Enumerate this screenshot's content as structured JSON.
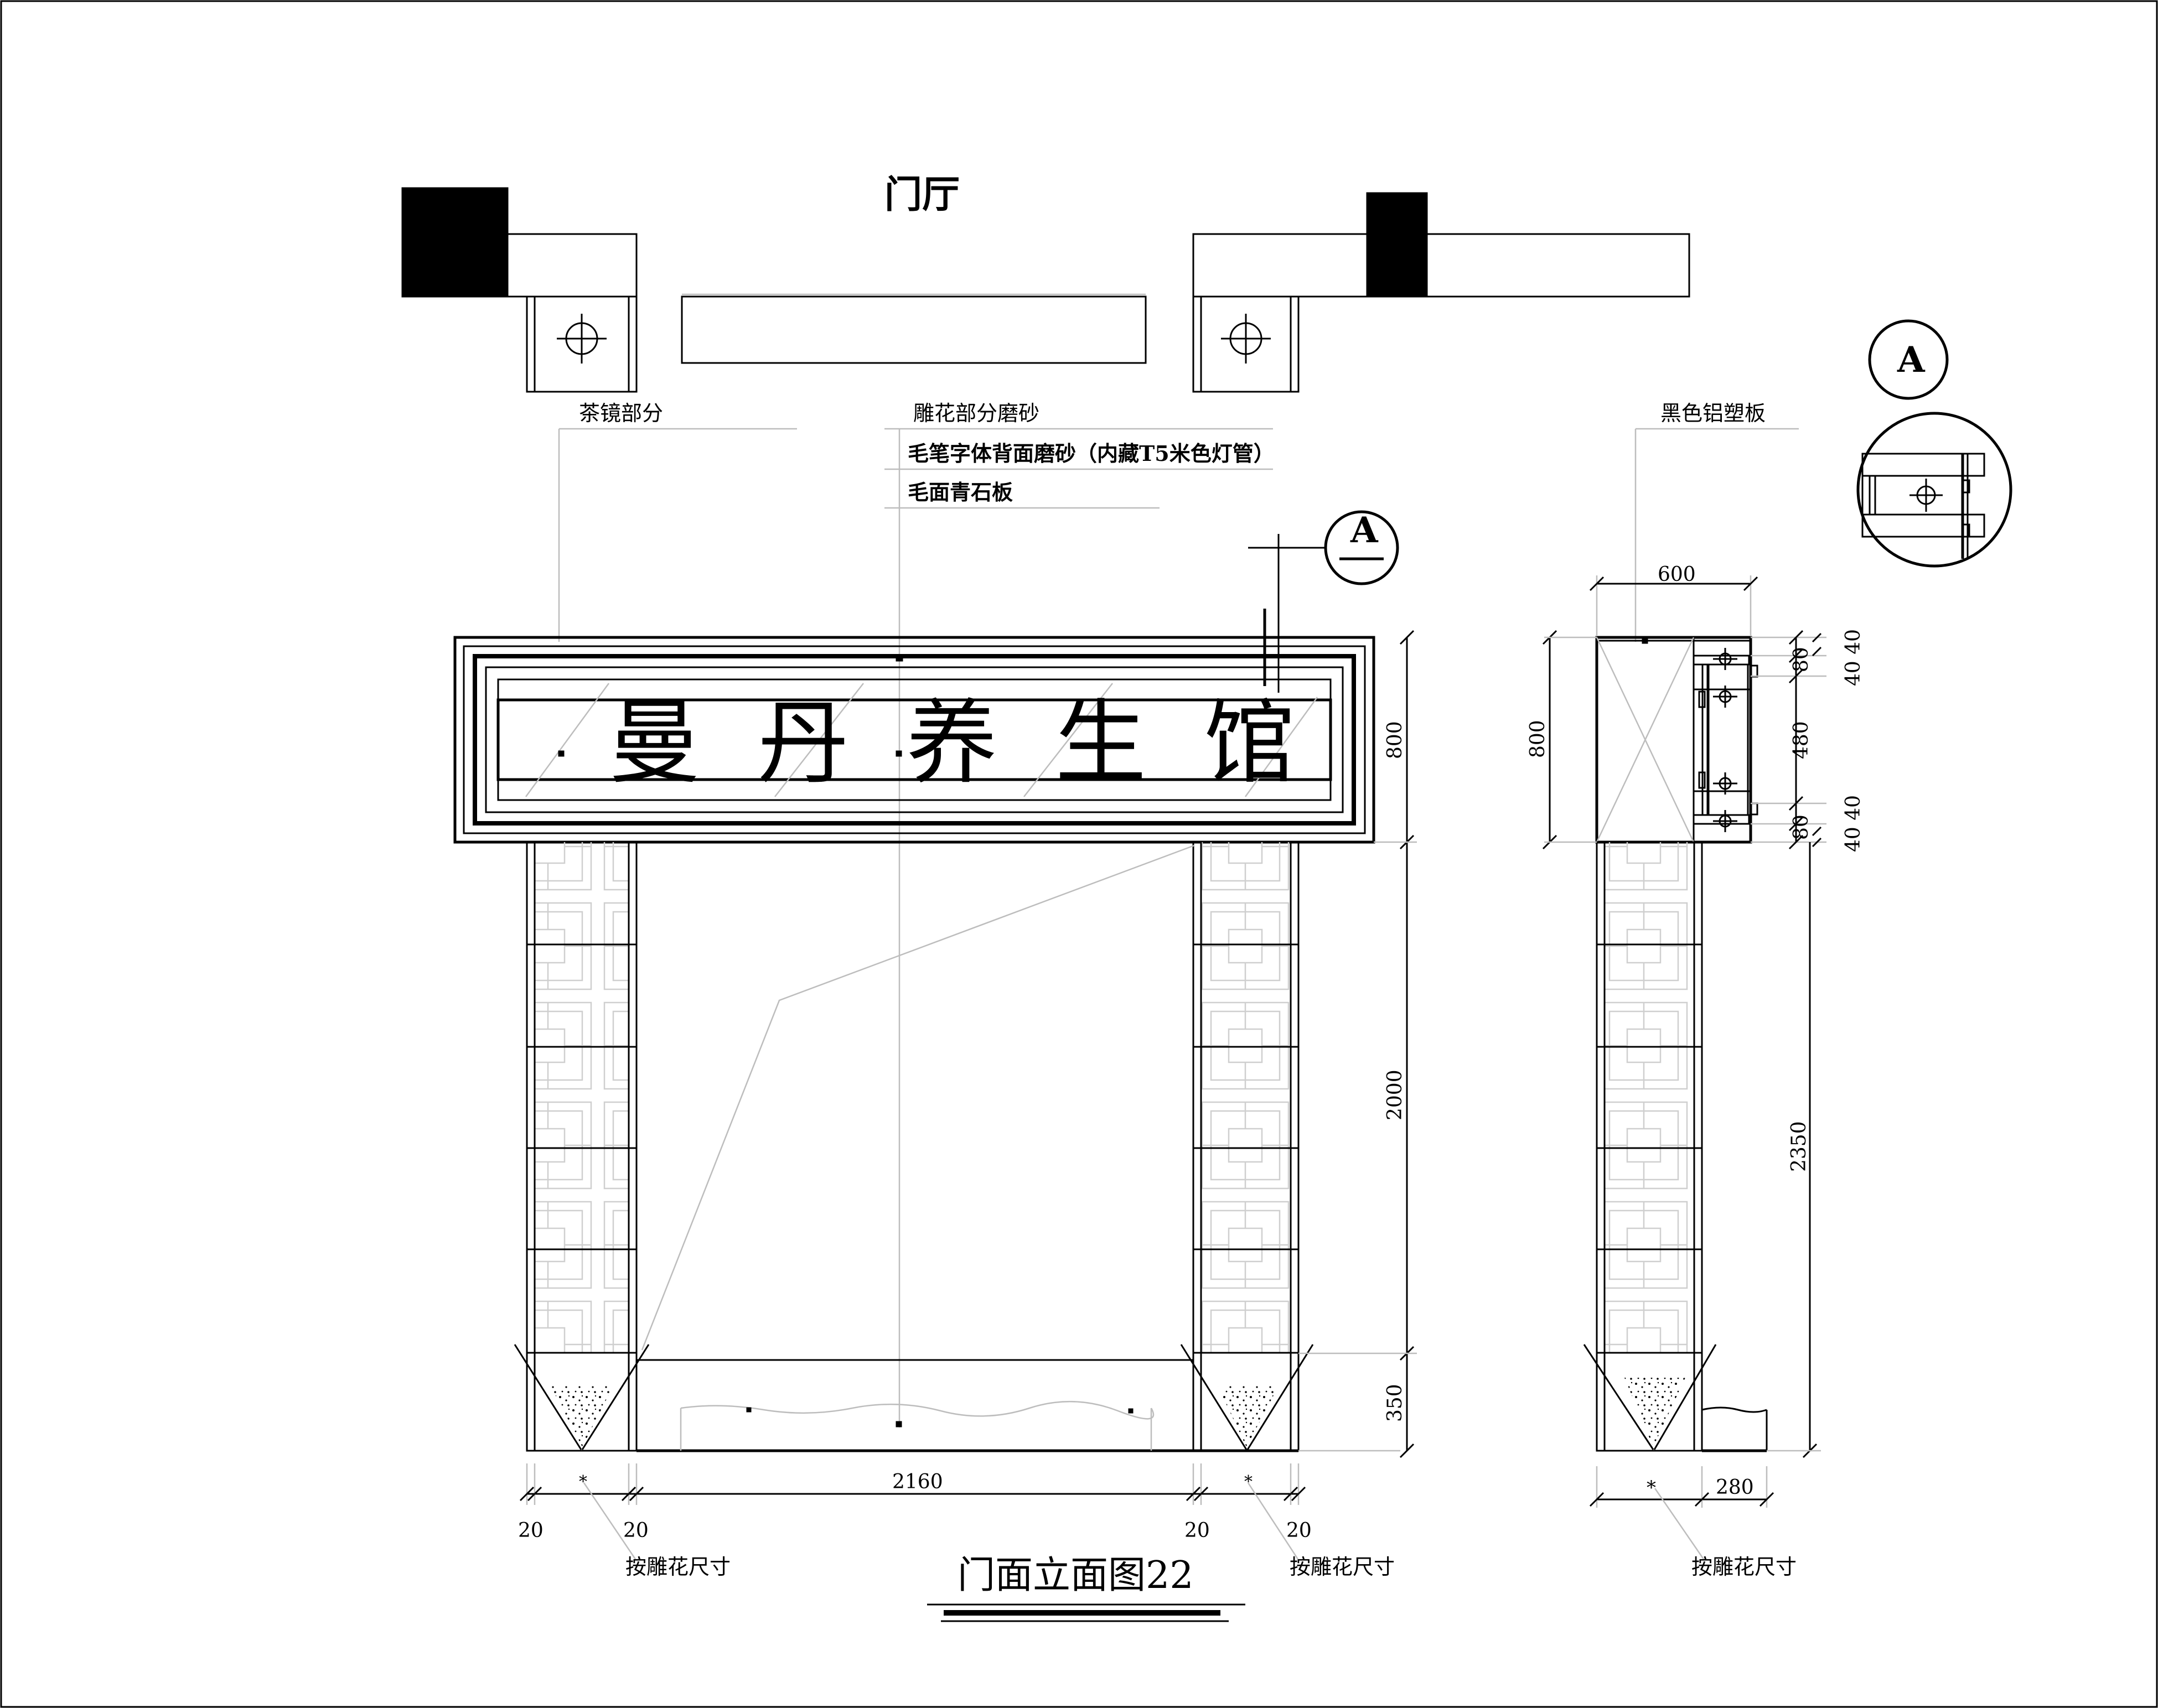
{
  "plan": {
    "title": "门厅"
  },
  "notes": {
    "tea_mirror": "茶镜部分",
    "carving_frosted": "雕花部分磨砂",
    "brush_font": "毛笔字体背面磨砂（内藏T5米色灯管）",
    "bluestone": "毛面青石板",
    "black_acp": "黑色铝塑板"
  },
  "sign": {
    "text": "曼丹养生馆"
  },
  "section_ref": {
    "letter_top": "A",
    "letter_callout": "A"
  },
  "dimensions": {
    "width_600": "600",
    "height_800_front": "800",
    "height_2000": "2000",
    "height_350": "350",
    "width_2160": "2160",
    "edge_20_a": "20",
    "edge_20_b": "20",
    "edge_20_c": "20",
    "edge_20_d": "20",
    "side_800": "800",
    "side_80_top": "80",
    "side_4040_top": "40 40",
    "side_480": "480",
    "side_80_bottom": "80",
    "side_4040_bottom": "40 40",
    "side_2350": "2350",
    "side_280": "280"
  },
  "per_carving": {
    "left": "按雕花尺寸",
    "mid": "按雕花尺寸",
    "right": "按雕花尺寸"
  },
  "drawing_title": "门面立面图22"
}
